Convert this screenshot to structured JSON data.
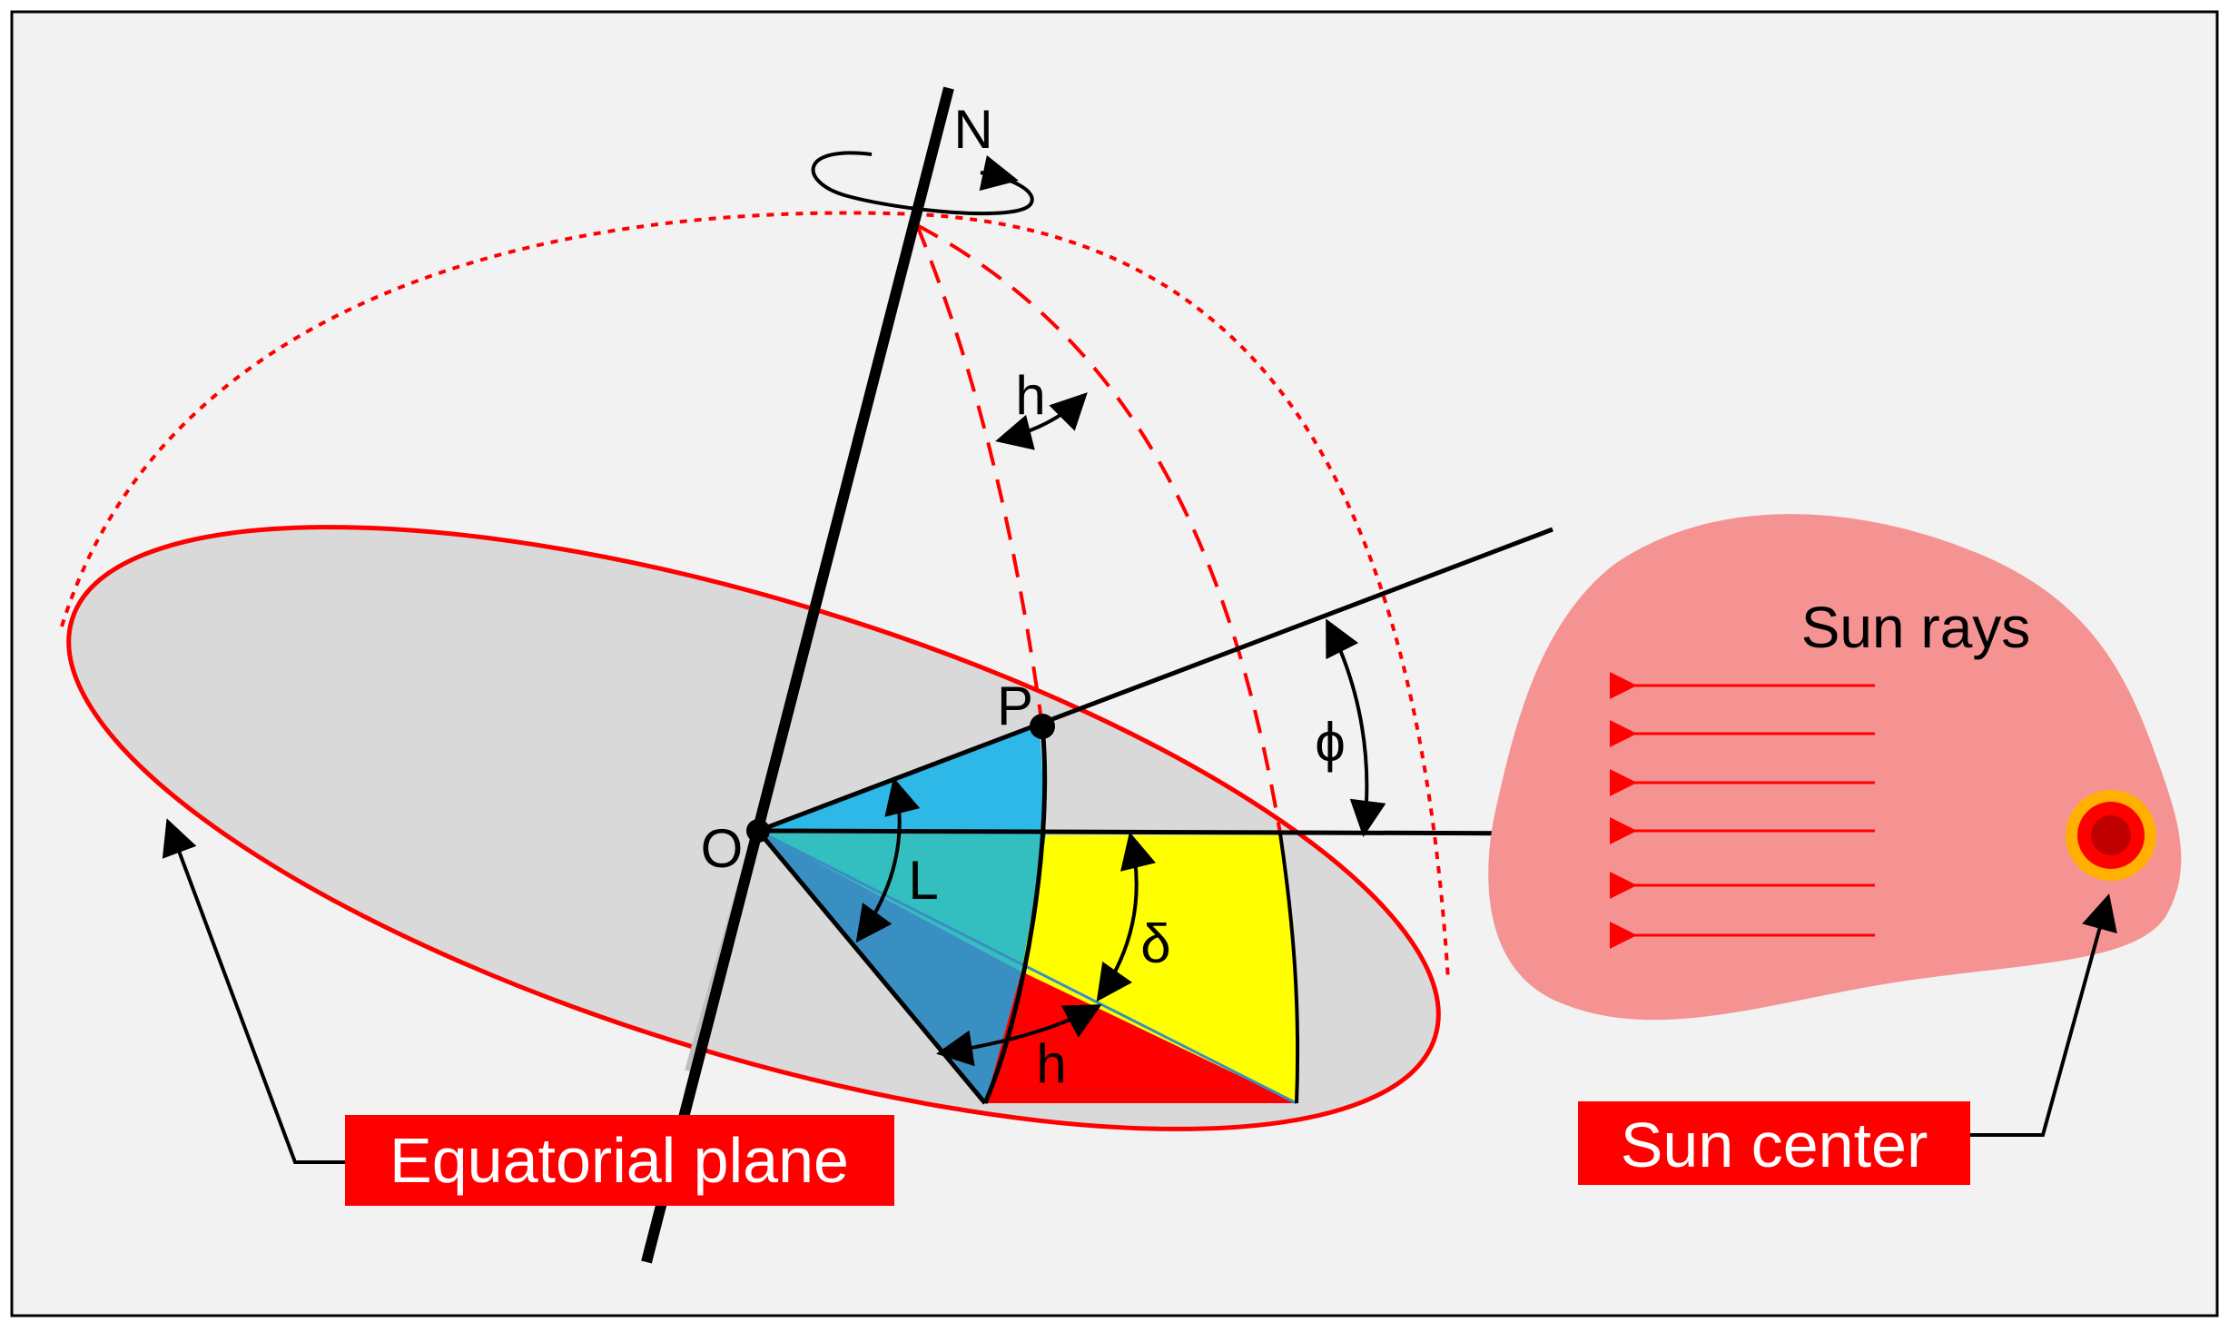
{
  "labels": {
    "north": "N",
    "origin": "O",
    "point": "P",
    "hour_angle_top": "h",
    "hour_angle_bottom": "h",
    "latitude": "L",
    "declination": "δ",
    "tilt": "ϕ",
    "sun_rays": "Sun rays",
    "equatorial_plane": "Equatorial plane",
    "sun_center": "Sun center"
  },
  "colors": {
    "background": "#f2f2f2",
    "equatorial_plane_fill": "#d9d9d9",
    "circle_outline": "#ff0000",
    "latitude_sector": "#2eb8e8",
    "overlap_sector": "#33bfbf",
    "hour_sector": "#3a8fc2",
    "declination_sector": "#ffff00",
    "red_sector": "#ff0000",
    "sun_rays_region": "#f59393",
    "sun_rays_arrows": "#ff0000",
    "sun_outer": "#ffb000",
    "sun_middle": "#ff0000",
    "sun_core": "#c00000",
    "label_box": "#ff0000"
  }
}
